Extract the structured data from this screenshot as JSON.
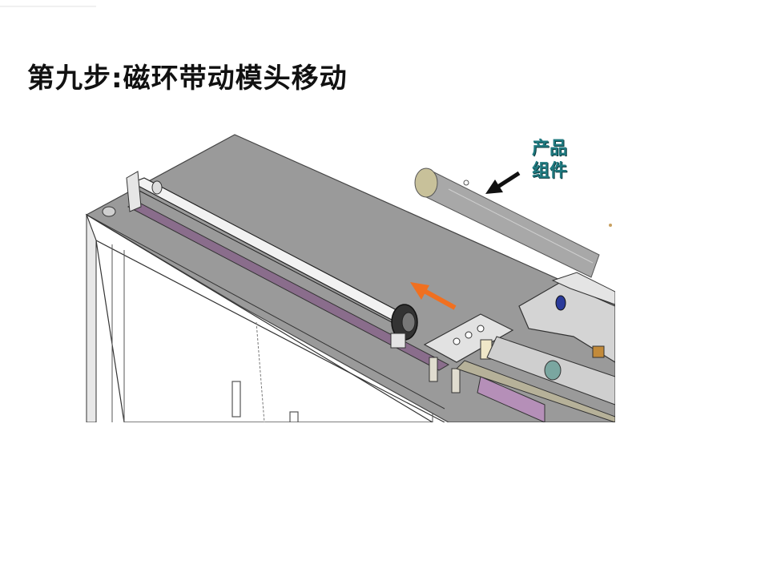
{
  "slide": {
    "title": "第九步:磁环带动模头移动"
  },
  "callout": {
    "line1": "产品",
    "line2": "组件"
  },
  "colors": {
    "table_top": "#9a9a9a",
    "table_side": "#ffffff",
    "rail_purple": "#8a6d8c",
    "arrow_orange": "#f07020",
    "arrow_black": "#111111",
    "callout_text": "#1f7a80",
    "tube": "#a8a8a8",
    "tube_cap": "#c8c19a"
  },
  "icons": {
    "motion_arrow": "orange-arrow-icon",
    "pointer_arrow": "black-arrow-icon"
  }
}
